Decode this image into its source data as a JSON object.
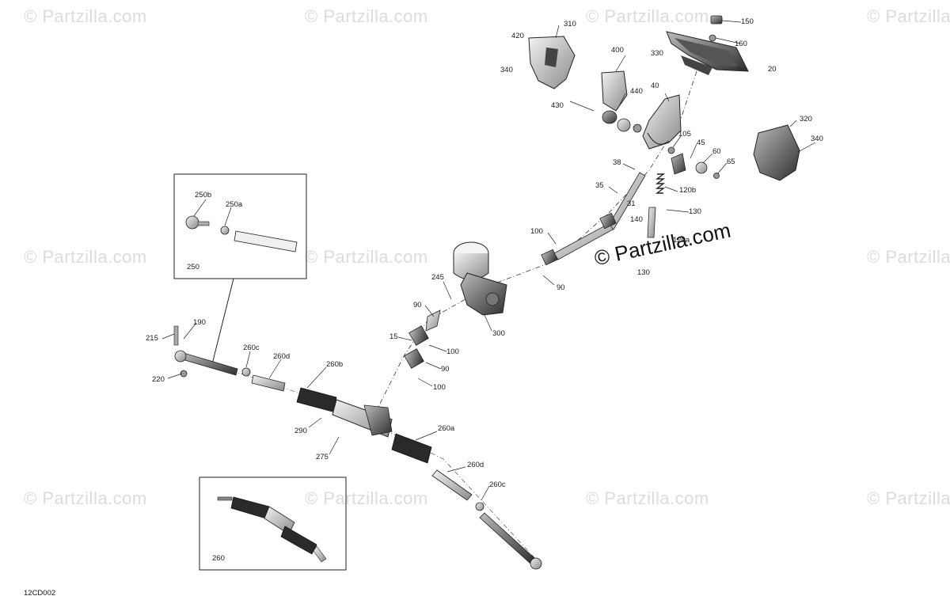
{
  "watermarks": {
    "faint": "© Partzilla.com",
    "main": "© Partzilla.com"
  },
  "diagram_code": "12CD002",
  "insets": {
    "tie_rod": {
      "label": "250"
    },
    "rack": {
      "label": "260"
    }
  },
  "callouts": [
    {
      "id": "c310",
      "text": "310"
    },
    {
      "id": "c150",
      "text": "150"
    },
    {
      "id": "c420",
      "text": "420"
    },
    {
      "id": "c160",
      "text": "160"
    },
    {
      "id": "c400",
      "text": "400"
    },
    {
      "id": "c330",
      "text": "330"
    },
    {
      "id": "c340a",
      "text": "340"
    },
    {
      "id": "c20",
      "text": "20"
    },
    {
      "id": "c40",
      "text": "40"
    },
    {
      "id": "c440",
      "text": "440"
    },
    {
      "id": "c430",
      "text": "430"
    },
    {
      "id": "c320",
      "text": "320"
    },
    {
      "id": "c105",
      "text": "105"
    },
    {
      "id": "c340b",
      "text": "340"
    },
    {
      "id": "c45",
      "text": "45"
    },
    {
      "id": "c60",
      "text": "60"
    },
    {
      "id": "c65",
      "text": "65"
    },
    {
      "id": "c38",
      "text": "38"
    },
    {
      "id": "c35",
      "text": "35"
    },
    {
      "id": "c120b",
      "text": "120b"
    },
    {
      "id": "c31",
      "text": "31"
    },
    {
      "id": "c130a",
      "text": "130"
    },
    {
      "id": "c140",
      "text": "140"
    },
    {
      "id": "c120a",
      "text": "120a"
    },
    {
      "id": "c100a",
      "text": "100"
    },
    {
      "id": "c130b",
      "text": "130"
    },
    {
      "id": "c90a",
      "text": "90"
    },
    {
      "id": "c245",
      "text": "245"
    },
    {
      "id": "c90b",
      "text": "90"
    },
    {
      "id": "c300",
      "text": "300"
    },
    {
      "id": "c15",
      "text": "15"
    },
    {
      "id": "c100b",
      "text": "100"
    },
    {
      "id": "c90c",
      "text": "90"
    },
    {
      "id": "c100c",
      "text": "100"
    },
    {
      "id": "c250b",
      "text": "250b"
    },
    {
      "id": "c250a",
      "text": "250a"
    },
    {
      "id": "c190",
      "text": "190"
    },
    {
      "id": "c215",
      "text": "215"
    },
    {
      "id": "c260c_a",
      "text": "260c"
    },
    {
      "id": "c260d_a",
      "text": "260d"
    },
    {
      "id": "c260b",
      "text": "260b"
    },
    {
      "id": "c220",
      "text": "220"
    },
    {
      "id": "c290",
      "text": "290"
    },
    {
      "id": "c275",
      "text": "275"
    },
    {
      "id": "c260a",
      "text": "260a"
    },
    {
      "id": "c260d_b",
      "text": "260d"
    },
    {
      "id": "c260c_b",
      "text": "260c"
    }
  ]
}
